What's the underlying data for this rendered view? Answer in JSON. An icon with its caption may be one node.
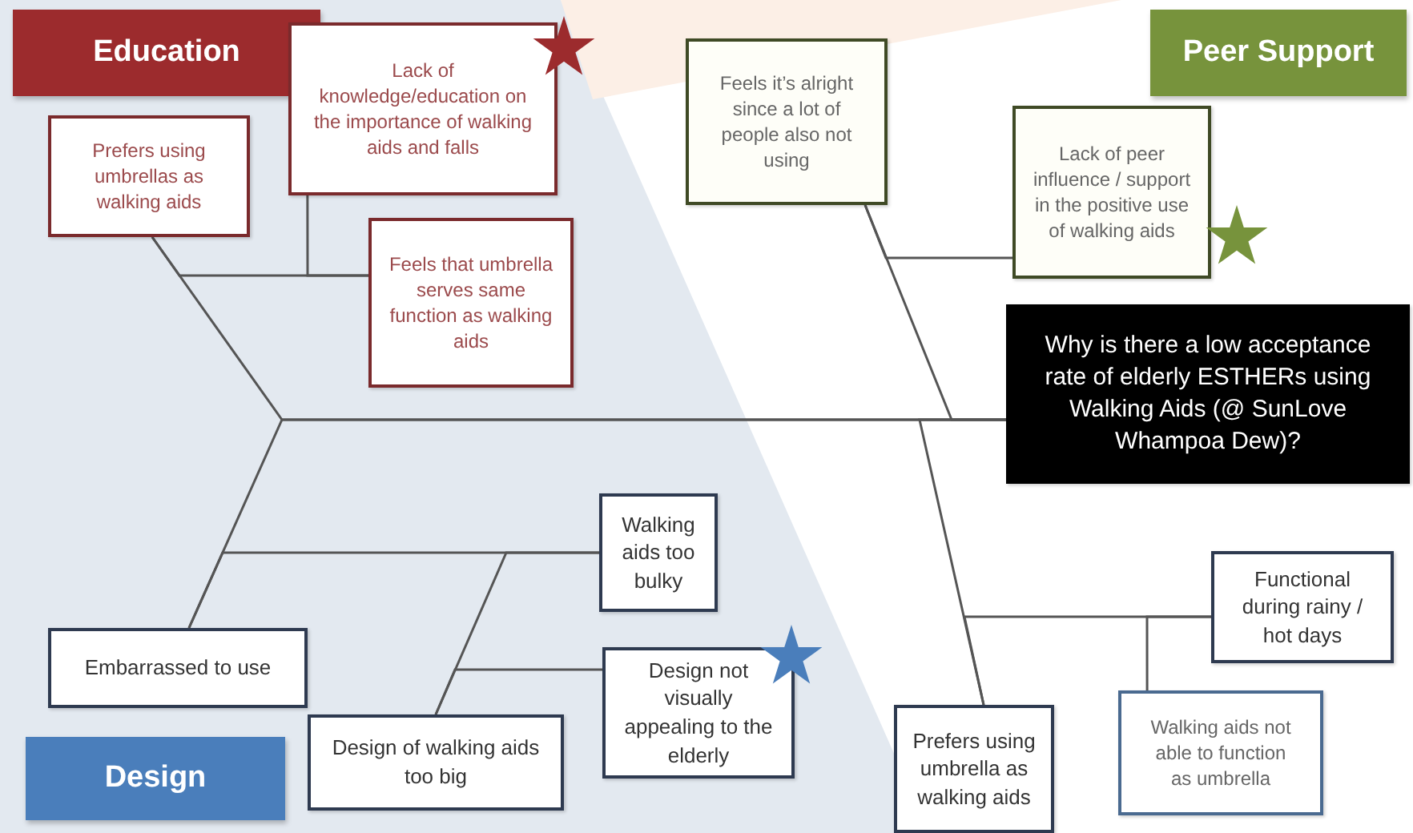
{
  "diagram": {
    "nodes": [
      {
        "text": [
          "Education"
        ]
      },
      {
        "text": [
          "Lack of knowledge/education on the importance of walking aids and falls"
        ]
      },
      {
        "text": [
          "Prefers using umbrellas as walking aids"
        ]
      },
      {
        "text": [
          "Feels that umbrella serves same function as walking aids"
        ]
      },
      {
        "text": [
          "Peer Support"
        ]
      },
      {
        "text": [
          "Feels it’s alright since a lot of people also not using"
        ]
      },
      {
        "text": [
          "Lack of peer influence / support in the positive use of walking aids"
        ]
      },
      {
        "text": [
          "Why is there a low acceptance rate of elderly ESTHERs using Walking Aids (@ SunLove Whampoa Dew)?"
        ]
      },
      {
        "text": [
          "Walking aids too bulky"
        ]
      },
      {
        "text": [
          "Embarrassed to use"
        ]
      },
      {
        "text": [
          "Design of walking aids too big"
        ]
      },
      {
        "text": [
          "Design not visually appealing to the elderly"
        ]
      },
      {
        "text": [
          "Design"
        ]
      },
      {
        "text": [
          "Functional during rainy / hot days"
        ]
      },
      {
        "text": [
          "Walking aids not able to function as umbrella"
        ]
      },
      {
        "text": [
          "Prefers using umbrella as walking aids"
        ]
      }
    ],
    "edges": [
      {
        "from": 2,
        "to": 7,
        "arrow": "none"
      },
      {
        "from": 3,
        "to": 2,
        "arrow": "none"
      },
      {
        "from": 1,
        "to": 3,
        "arrow": "none"
      },
      {
        "from": 5,
        "to": 7,
        "arrow": "none"
      },
      {
        "from": 6,
        "to": 5,
        "arrow": "none"
      },
      {
        "from": 9,
        "to": 7,
        "arrow": "none"
      },
      {
        "from": 8,
        "to": 9,
        "arrow": "none"
      },
      {
        "from": 10,
        "to": 8,
        "arrow": "none"
      },
      {
        "from": 11,
        "to": 10,
        "arrow": "none"
      },
      {
        "from": 15,
        "to": 7,
        "arrow": "none"
      },
      {
        "from": 13,
        "to": 15,
        "arrow": "none"
      },
      {
        "from": 14,
        "to": 13,
        "arrow": "none"
      }
    ]
  }
}
